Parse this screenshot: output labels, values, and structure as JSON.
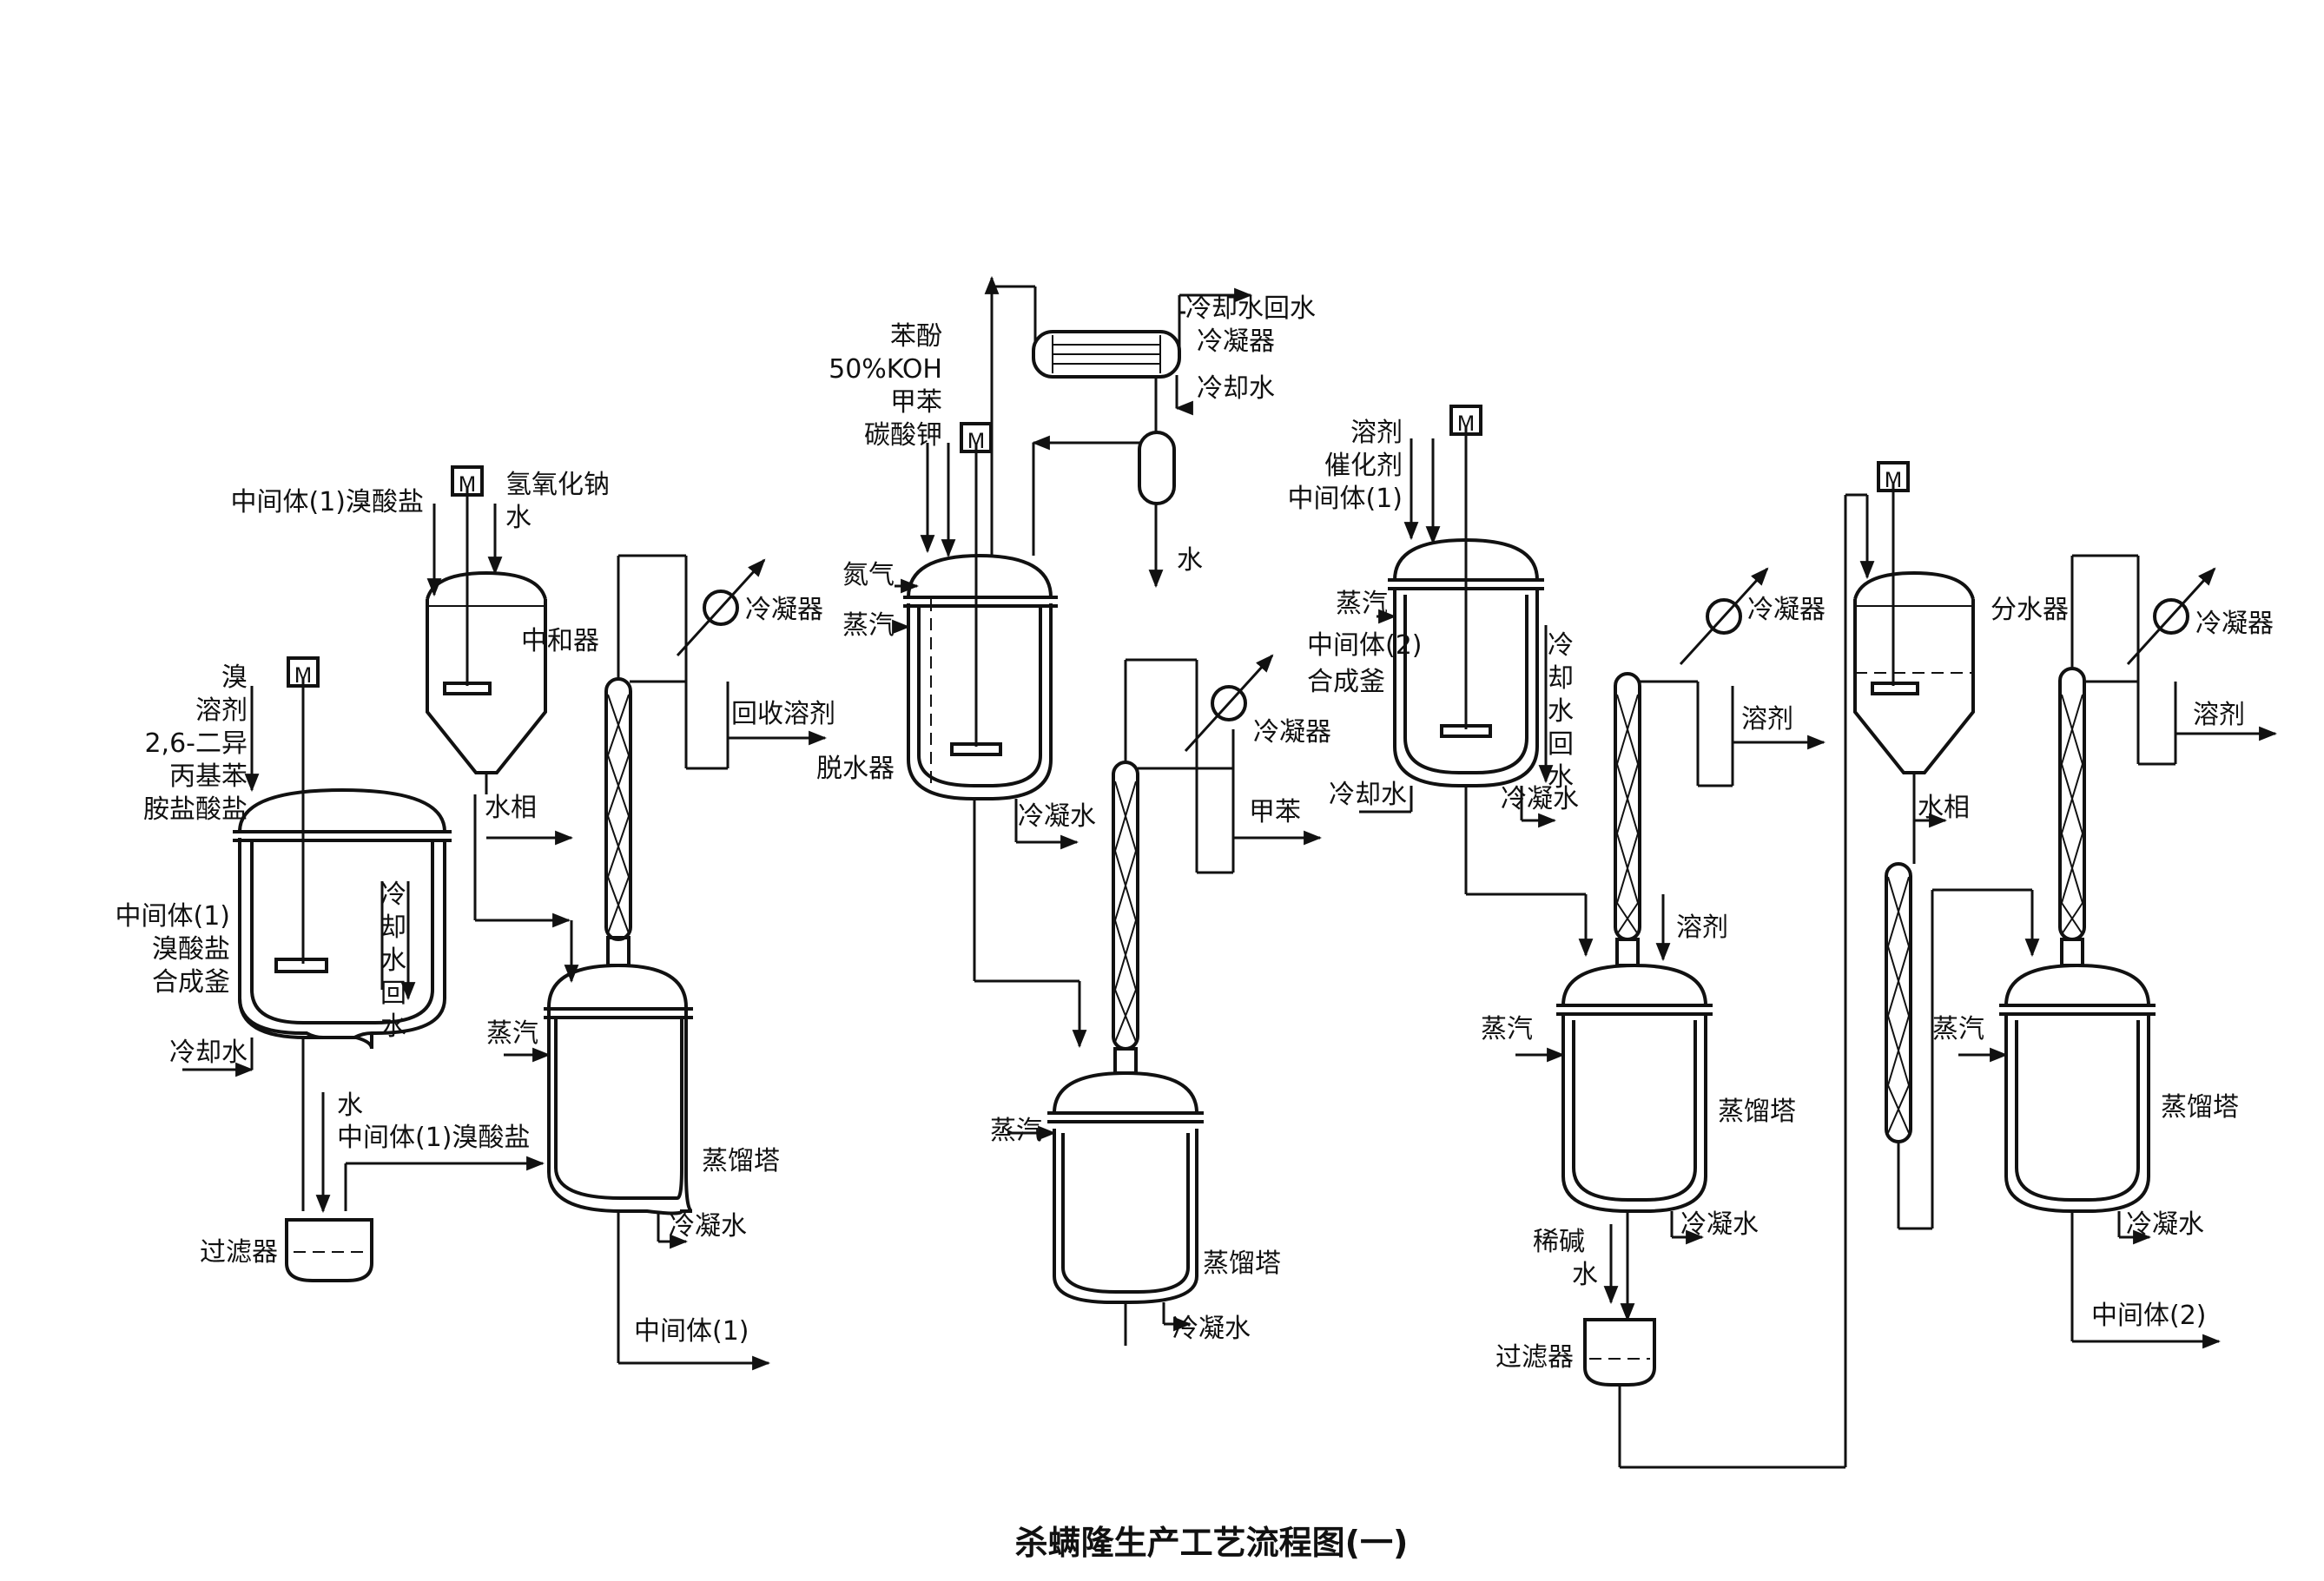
{
  "caption": "杀螨隆生产工艺流程图(一)",
  "motor_symbol": "M",
  "labels": {
    "r1_in_1": "溴",
    "r1_in_2": "溶剂",
    "r1_in_3": "2,6-二异",
    "r1_in_4": "丙基苯",
    "r1_in_5": "胺盐酸盐",
    "r1_name_1": "中间体(1)",
    "r1_name_2": "溴酸盐",
    "r1_name_3": "合成釜",
    "r1_cw_ret": [
      "冷",
      "却",
      "水",
      "回",
      "水"
    ],
    "r1_cw_in": "冷却水",
    "f1_in_1": "水",
    "f1_in_2": "中间体(1)溴酸盐",
    "f1_name": "过滤器",
    "n_in_1": "中间体(1)溴酸盐",
    "n_in_2": "氢氧化钠",
    "n_in_3": "水",
    "n_name": "中和器",
    "n_out": "水相",
    "c1_cond": "冷凝器",
    "c1_out": "回收溶剂",
    "c1_steam": "蒸汽",
    "c1_name": "蒸馏塔",
    "c1_cond_water": "冷凝水",
    "c1_product": "中间体(1)",
    "d_in_1": "苯酚",
    "d_in_2": "50%KOH",
    "d_in_3": "甲苯",
    "d_in_4": "碳酸钾",
    "d_n2": "氮气",
    "d_steam": "蒸汽",
    "d_name": "脱水器",
    "d_cond_water": "冷凝水",
    "hx_1": "冷却水回水",
    "hx_2": "冷凝器",
    "hx_3": "冷却水",
    "sep_out": "水",
    "c2_cond": "冷凝器",
    "c2_out": "甲苯",
    "c2_steam": "蒸汽",
    "c2_name": "蒸馏塔",
    "c2_cond_water": "冷凝水",
    "r2_in_1": "溶剂",
    "r2_in_2": "催化剂",
    "r2_in_3": "中间体(1)",
    "r2_steam": "蒸汽",
    "r2_name_1": "中间体(2)",
    "r2_name_2": "合成釜",
    "r2_cw_ret": [
      "冷",
      "却",
      "水",
      "回",
      "水"
    ],
    "r2_cw_in": "冷却水",
    "r2_cond_water": "冷凝水",
    "c3_cond": "冷凝器",
    "c3_out": "溶剂",
    "c3_solvent": "溶剂",
    "c3_steam": "蒸汽",
    "c3_name": "蒸馏塔",
    "c3_in_1": "稀碱",
    "c3_in_2": "水",
    "c3_cond_water": "冷凝水",
    "f2_name": "过滤器",
    "sw_name": "分水器",
    "sw_out": "水相",
    "c4_cond": "冷凝器",
    "c4_out": "溶剂",
    "c4_steam": "蒸汽",
    "c4_name": "蒸馏塔",
    "c4_cond_water": "冷凝水",
    "c4_product": "中间体(2)"
  }
}
